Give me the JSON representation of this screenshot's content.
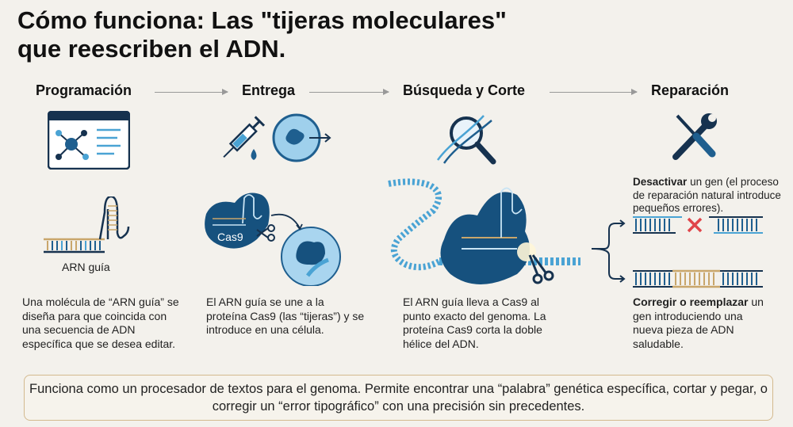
{
  "title": {
    "line1": "Cómo funciona: Las \"tijeras moleculares\"",
    "line2": "que reescriben el ADN."
  },
  "steps": [
    {
      "label": "Programación",
      "desc": "Una molécula de “ARN guía” se diseña para que coincida con una secuencia de ADN específica que se desea editar.",
      "illustration_label": "ARN guía"
    },
    {
      "label": "Entrega",
      "desc": "El ARN guía se une a la proteína Cas9 (las “tijeras”) y se introduce en una célula.",
      "illustration_label": "Cas9"
    },
    {
      "label": "Búsqueda y Corte",
      "desc": "El ARN guía lleva a Cas9 al punto exacto del genoma. La proteína Cas9 corta la doble hélice del ADN."
    },
    {
      "label": "Reparación",
      "outcome1": {
        "bold": "Desactivar",
        "rest": " un gen (el proceso de reparación natural introduce pequeños errores)."
      },
      "outcome2": {
        "bold": "Corregir o reemplazar",
        "rest": " un gen introduciendo una nueva pieza de ADN saludable."
      }
    }
  ],
  "footer_note": "Funciona como un procesador de textos para el genoma. Permite encontrar una “palabra” genética específica, cortar y pegar, o corregir un “error tipográfico” con una precisión sin precedentes.",
  "colors": {
    "navy": "#16324f",
    "blue": "#1f5f8f",
    "light_blue": "#4aa3d4",
    "tan": "#c9a66b",
    "red": "#e0454a"
  }
}
